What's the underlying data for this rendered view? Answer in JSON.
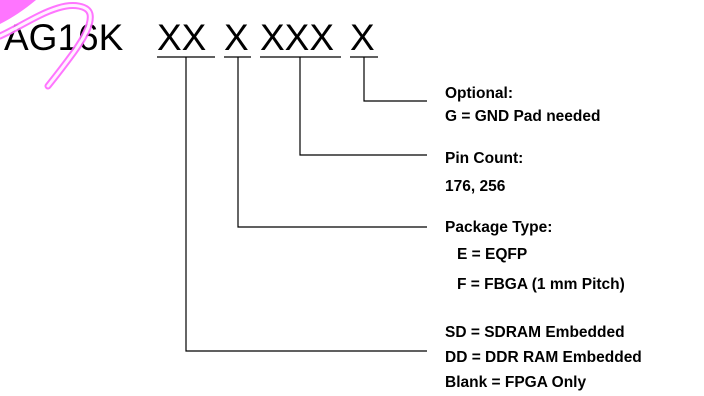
{
  "part_number": {
    "prefix": "AG16K",
    "field_memory": "XX",
    "field_package": "X",
    "field_pins": "XXX",
    "field_optional": "X"
  },
  "fields": {
    "optional": {
      "title": "Optional:",
      "lines": [
        "G = GND Pad needed"
      ]
    },
    "pin_count": {
      "title": "Pin Count:",
      "lines": [
        "176, 256"
      ]
    },
    "package_type": {
      "title": "Package Type:",
      "lines": [
        "E = EQFP",
        "F = FBGA (1 mm Pitch)"
      ]
    },
    "memory": {
      "lines": [
        "SD = SDRAM Embedded",
        "DD = DDR RAM Embedded",
        "Blank = FPGA Only"
      ]
    }
  },
  "colors": {
    "text": "#000000",
    "lines": "#000000",
    "overlay_stroke": "#ff66ff"
  }
}
